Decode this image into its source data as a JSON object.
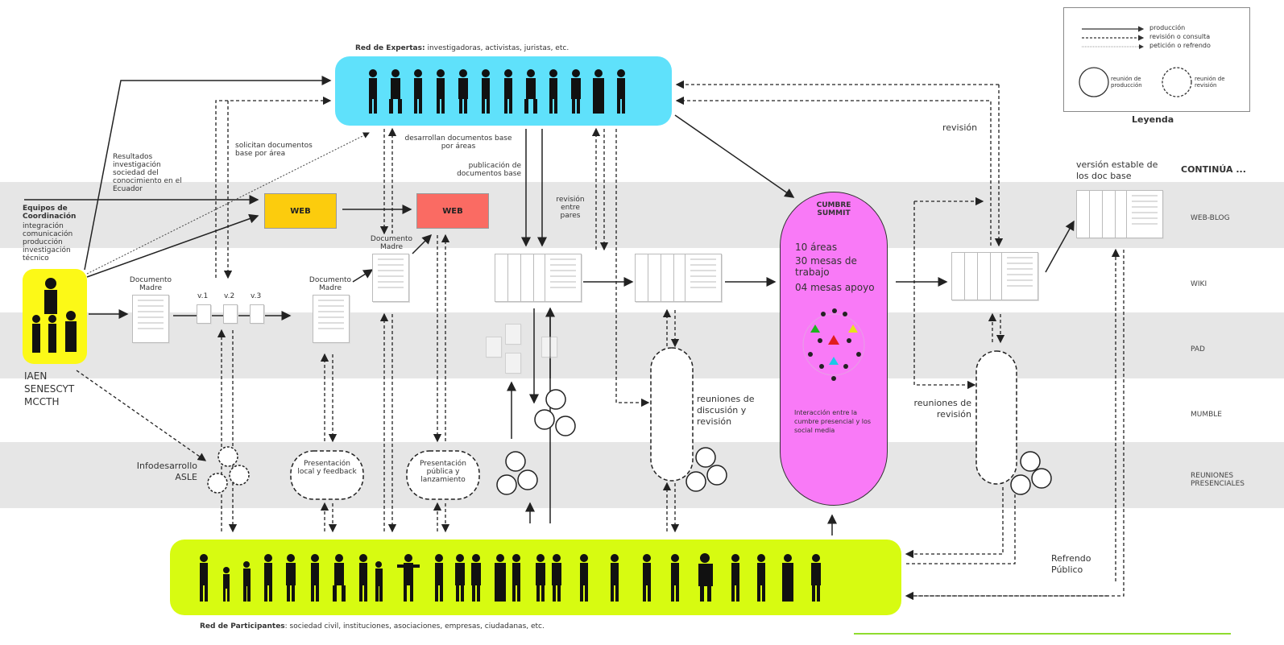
{
  "top_network": {
    "title": "Red de Expertas:",
    "subtitle": "investigadoras, activistas, juristas, etc."
  },
  "bottom_network": {
    "title": "Red de Participantes",
    "subtitle": ": sociedad civil, instituciones, asociaciones, empresas, ciudadanas, etc."
  },
  "legend": {
    "items": [
      "producción",
      "revisión o consulta",
      "petición o refrendo"
    ],
    "circle_production": "reunión de producción",
    "circle_revision": "reunión de revisión",
    "title": "Leyenda"
  },
  "continua": "CONTINÚA ...",
  "lanes": [
    "WEB-BLOG",
    "WIKI",
    "PAD",
    "MUMBLE",
    "REUNIONES PRESENCIALES"
  ],
  "coordination": {
    "title": "Equipos de Coordinación",
    "lines": [
      "integración",
      "comunicación",
      "producción",
      "investigación",
      "técnico"
    ],
    "orgs": [
      "IAEN",
      "SENESCYT",
      "MCCTH"
    ]
  },
  "results_label": "Resultados investigación sociedad del conocimiento en el Ecuador",
  "web1": "WEB",
  "web2": "WEB",
  "labels": {
    "solicitan": "solicitan documentos base por área",
    "desarrollan": "desarrollan documentos base por áreas",
    "publicacion": "publicación de documentos base",
    "revision_pares": "revisión entre pares",
    "revision": "revisión",
    "version_estable": "versión estable de los doc base",
    "doc_madre_1": "Documento Madre",
    "doc_madre_2": "Documento Madre",
    "doc_madre_3": "Documento Madre",
    "v1": "v.1",
    "v2": "v.2",
    "v3": "v.3",
    "infodesarrollo": "Infodesarrollo ASLE",
    "presentacion_local": "Presentación local y feedback",
    "presentacion_publica": "Presentación pública y lanzamiento",
    "reuniones_discusion": "reuniones de discusión y revisión",
    "reuniones_revision": "reuniones de revisión",
    "refrendo": "Refrendo Público"
  },
  "summit": {
    "title": "CUMBRE SUMMIT",
    "lines": [
      "10 áreas",
      "30 mesas de trabajo",
      "04 mesas apoyo"
    ],
    "interaction": "Interacción entre la cumbre presencial y los social media"
  },
  "colors": {
    "experts": "#5fe1fb",
    "participants": "#d7fb11",
    "coordination": "#fcf917",
    "web1": "#fccc0d",
    "web2": "#fa6b63",
    "summit": "#f97af7",
    "band": "#e6e6e6"
  }
}
